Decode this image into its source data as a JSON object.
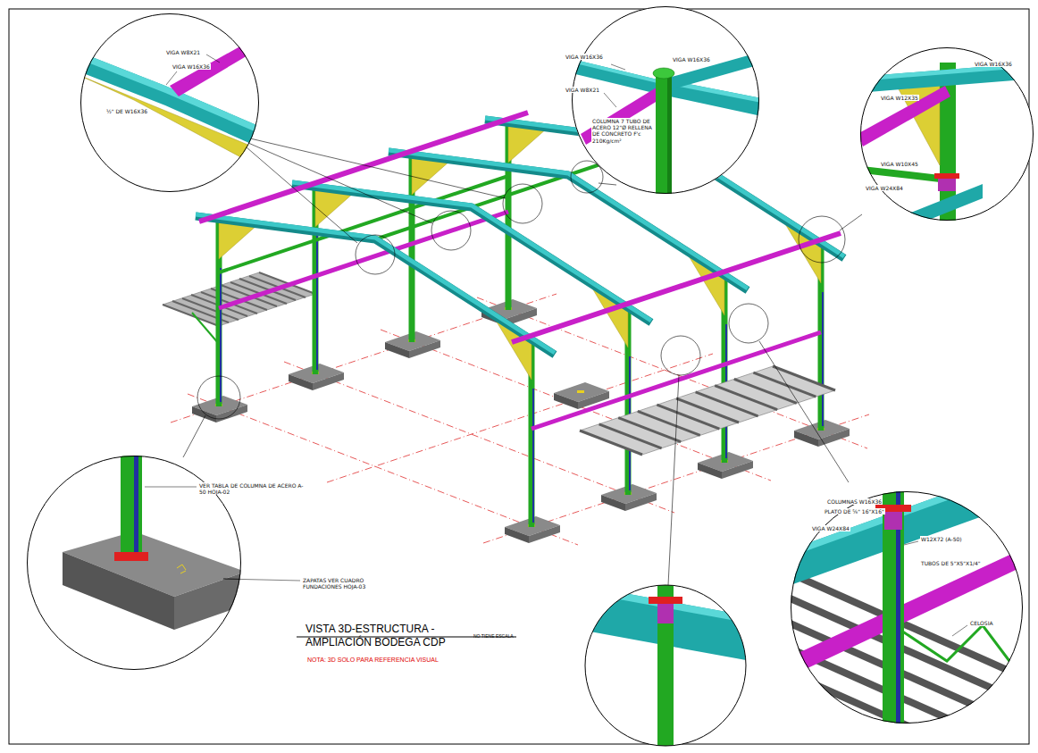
{
  "diagram": {
    "title": "VISTA 3D-ESTRUCTURA - AMPLIACIÓN BODEGA CDP",
    "nodes": [
      {
        "text": [
          "VIGA W8X21",
          "VIGA W16X36",
          "½\" DE W16X36"
        ]
      },
      {
        "text": [
          "VIGA W16X36",
          "VIGA W16X36",
          "VIGA W8X21",
          "COLUMNA 7 TUBO DE ACERO 12\"Ø RELLENA DE CONCRETO F'c 210Kg/cm²"
        ]
      },
      {
        "text": [
          "VIGA W16X36",
          "VIGA W12X35",
          "VIGA W10X45",
          "VIGA W24X84"
        ]
      },
      {
        "text": [
          "VER TABLA DE COLUMNA DE ACERO A-50 HOJA-02",
          "ZAPATAS VER CUADRO FUNDACIONES HOJA-03"
        ]
      },
      {
        "text": [
          "COLUMNAS W16X36",
          "PLATO DE ⅝\" 16\"X16\"",
          "VIGA W24X84",
          "W12X72 (A-50)",
          "TUBOS DE 5\"X5\"X1/4\"",
          "CELOSIA"
        ]
      }
    ],
    "labels": [
      "NO TIENE ESCALA",
      "NOTA: 3D SOLO PARA REFERENCIA VISUAL"
    ]
  }
}
